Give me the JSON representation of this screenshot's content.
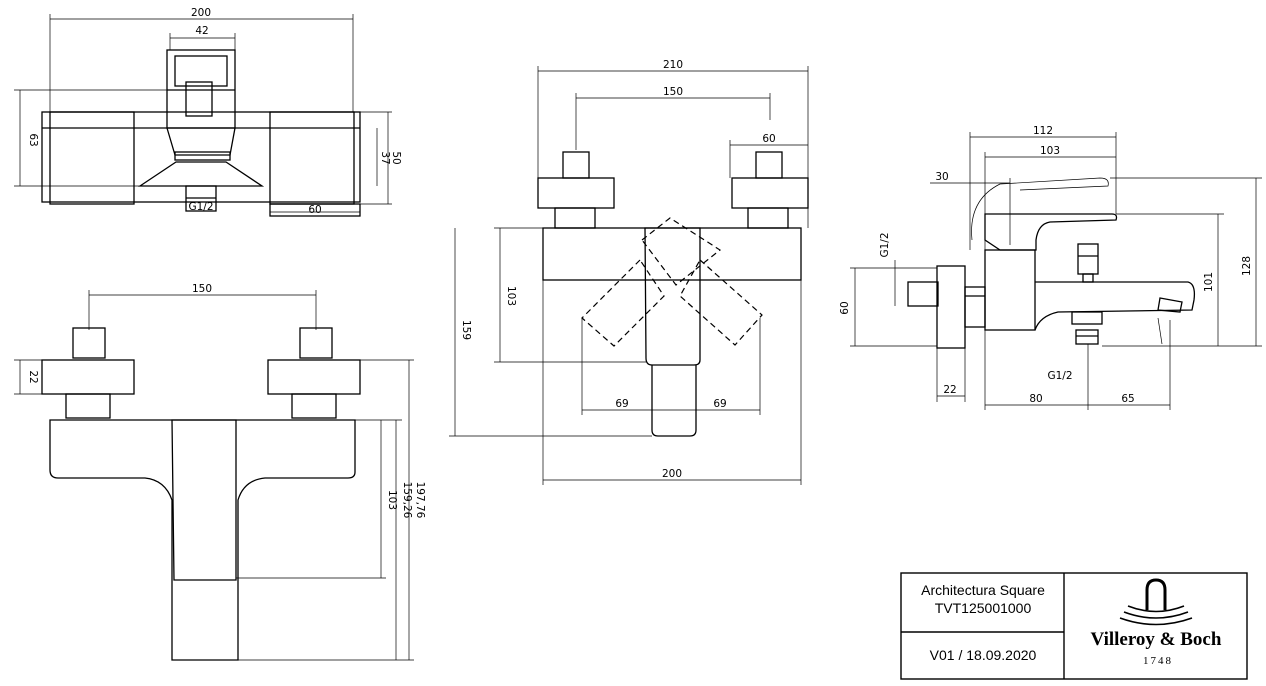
{
  "top_view": {
    "dim_width": "200",
    "dim_center": "42",
    "dim_depth": "63",
    "dim_body_height": "37",
    "dim_total": "50",
    "dim_handle": "60",
    "thread": "G1/2"
  },
  "front_view": {
    "dim_spacing": "150",
    "dim_handle_height": "22",
    "dim_spout": "103",
    "dim_a": "159,26",
    "dim_b": "197,76"
  },
  "rotation_view": {
    "dim_total": "210",
    "dim_spacing": "150",
    "dim_handle": "60",
    "dim_spout": "103",
    "dim_height": "159",
    "dim_left_offset": "69",
    "dim_right_offset": "69",
    "dim_body": "200"
  },
  "side_view": {
    "dim_112": "112",
    "dim_103": "103",
    "dim_30": "30",
    "thread_top": "G1/2",
    "dim_60": "60",
    "dim_101": "101",
    "dim_128": "128",
    "thread_bottom": "G1/2",
    "dim_22": "22",
    "dim_80": "80",
    "dim_65": "65"
  },
  "title_block": {
    "product_name": "Architectura Square",
    "product_code": "TVT125001000",
    "version": "V01 / 18.09.2020",
    "brand": "Villeroy & Boch",
    "year": "1748"
  }
}
